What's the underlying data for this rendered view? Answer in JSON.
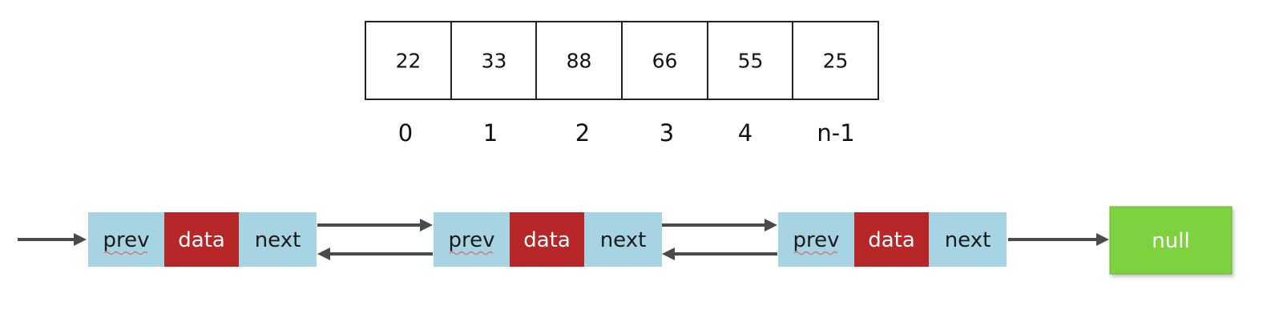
{
  "array": {
    "values": [
      "22",
      "33",
      "88",
      "66",
      "55",
      "25"
    ],
    "indices": [
      "0",
      "1",
      "2",
      "3",
      "4",
      "n-1"
    ]
  },
  "linked_list": {
    "nodes": [
      {
        "prev": "prev",
        "data": "data",
        "next": "next"
      },
      {
        "prev": "prev",
        "data": "data",
        "next": "next"
      },
      {
        "prev": "prev",
        "data": "data",
        "next": "next"
      }
    ],
    "terminal": "null"
  },
  "colors": {
    "pointer_cell": "#a6d4e2",
    "data_cell": "#b72727",
    "null_box": "#7ed23f",
    "null_box_border": "#6bb830",
    "arrow": "#4a4a4a",
    "array_border": "#222222"
  }
}
